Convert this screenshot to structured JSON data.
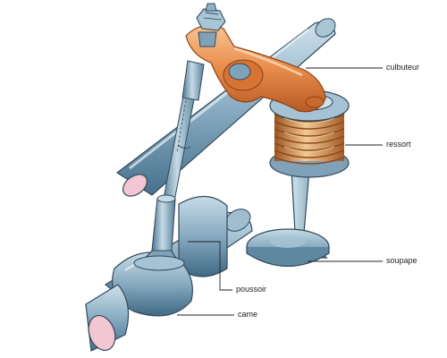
{
  "labels": {
    "culbuteur": "culbuteur",
    "ressort": "ressort",
    "soupape": "soupape",
    "poussoir": "poussoir",
    "came": "came"
  },
  "colors": {
    "metal_light": "#b9d2df",
    "metal_mid": "#7ea3ba",
    "metal_dark": "#3d6580",
    "rocker_light": "#f4b07a",
    "rocker_mid": "#e58a4a",
    "rocker_dark": "#b85a25",
    "spring_light": "#f0c088",
    "spring_dark": "#a45b26",
    "cut_face": "#f2c6d2",
    "outline": "#33495a",
    "leader": "#222222"
  }
}
